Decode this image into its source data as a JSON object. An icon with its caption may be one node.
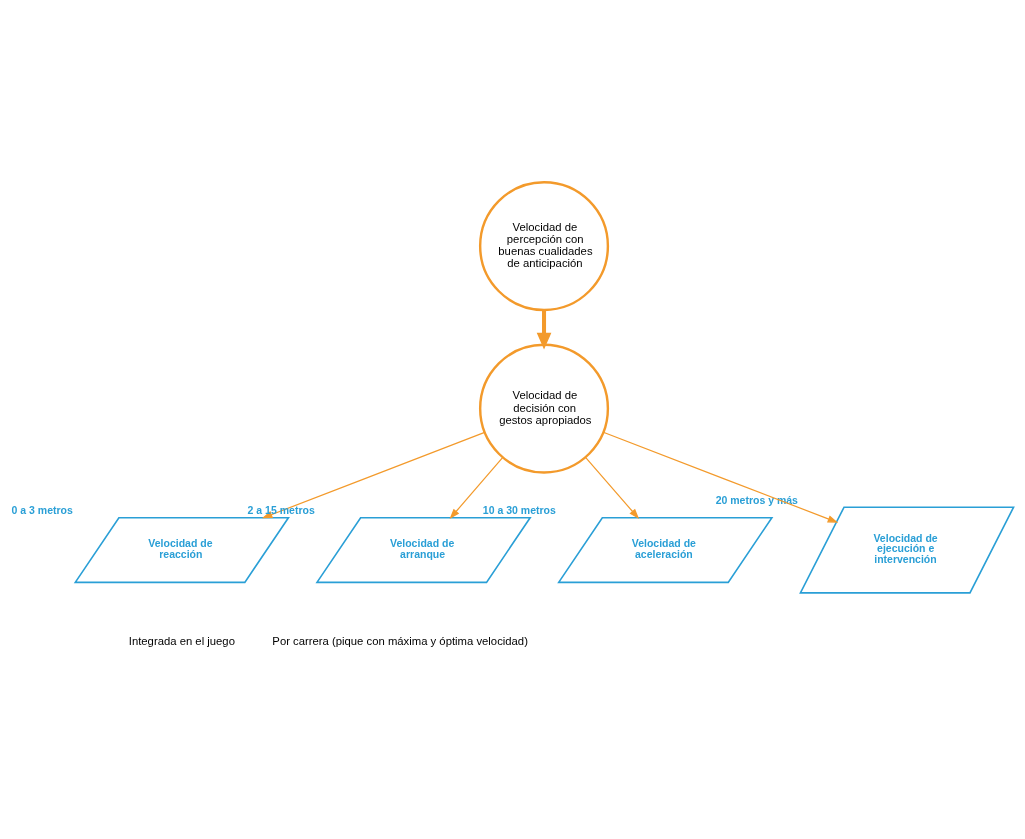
{
  "diagram": {
    "nodes": [
      {
        "text": [
          "Velocidad de percepción con buenas cualidades de anticipación"
        ]
      },
      {
        "text": [
          "Velocidad de decisión con gestos apropiados"
        ]
      },
      {
        "text": [
          "Velocidad de reacción"
        ],
        "beside": [
          "0 a 3 metros"
        ]
      },
      {
        "text": [
          "Velocidad de arranque"
        ],
        "beside": [
          "2 a 15 metros"
        ]
      },
      {
        "text": [
          "Velocidad de aceleración"
        ],
        "beside": [
          "10 a 30 metros"
        ]
      },
      {
        "text": [
          "Velocidad de ejecución e intervención"
        ],
        "beside": [
          "20 metros y más"
        ]
      }
    ],
    "edges": [
      {
        "from": 0,
        "to": 1,
        "arrow": "to",
        "style": "thick"
      },
      {
        "from": 1,
        "to": 2,
        "arrow": "to"
      },
      {
        "from": 1,
        "to": 3,
        "arrow": "to"
      },
      {
        "from": 1,
        "to": 4,
        "arrow": "to"
      },
      {
        "from": 1,
        "to": 5,
        "arrow": "to"
      }
    ],
    "labels": [
      "Integrada en el juego",
      "Por carrera (pique con máxima y óptima velocidad)"
    ]
  }
}
